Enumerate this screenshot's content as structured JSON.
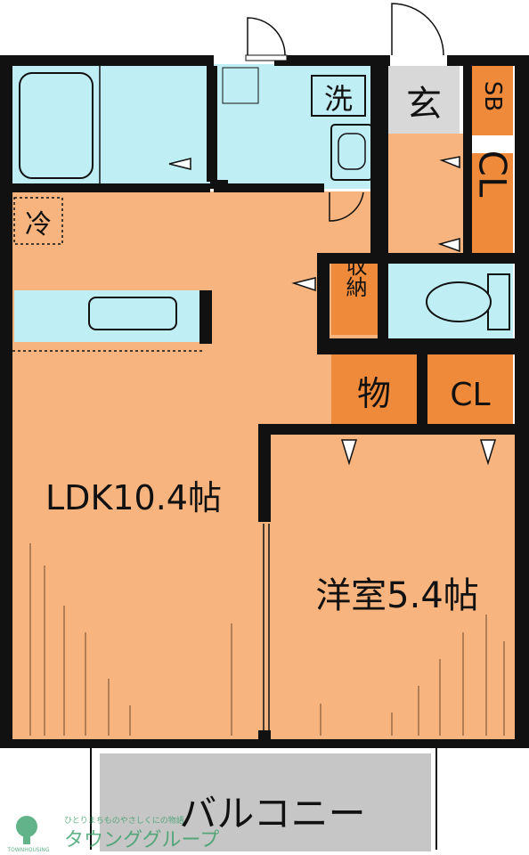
{
  "rooms": {
    "ldk": "LDK10.4帖",
    "western": "洋室5.4帖",
    "balcony": "バルコニー",
    "washroom": "洗",
    "entrance": "玄",
    "shoe_box": "SB",
    "closet_entrance": "CL",
    "fridge": "冷",
    "storage": "収納",
    "storeroom": "物",
    "closet_bedroom": "CL"
  },
  "logo": {
    "brand": "タウンググループ",
    "tagline": "ひとりまちものやさしくにの物語",
    "mark": "TOWNHOUSING"
  },
  "colors": {
    "floor": "#f7b47e",
    "wet_area": "#bfeef4",
    "storage": "#ef8a3a",
    "entrance": "#d8d8d8",
    "balcony": "#c6c6c6",
    "wall": "#111111",
    "logo_green": "#2e9a63"
  }
}
